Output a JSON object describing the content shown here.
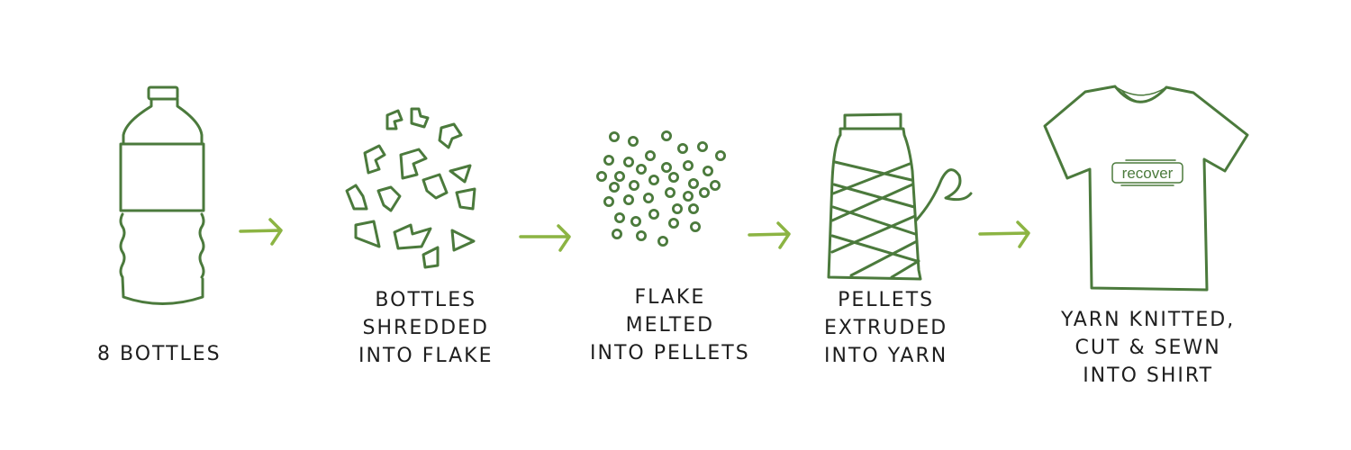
{
  "colors": {
    "ink": "#4b7a3c",
    "arrow": "#8cb443",
    "text": "#1e1e1e"
  },
  "steps": [
    {
      "lines": [
        "8 Bottles"
      ]
    },
    {
      "lines": [
        "Bottles",
        "Shredded",
        "Into Flake"
      ]
    },
    {
      "lines": [
        "Flake",
        "Melted",
        "Into Pellets"
      ]
    },
    {
      "lines": [
        "Pellets",
        "Extruded",
        "Into Yarn"
      ]
    },
    {
      "lines": [
        "Yarn Knitted,",
        "Cut & Sewn",
        "Into Shirt"
      ]
    }
  ],
  "shirt_logo": "recover"
}
